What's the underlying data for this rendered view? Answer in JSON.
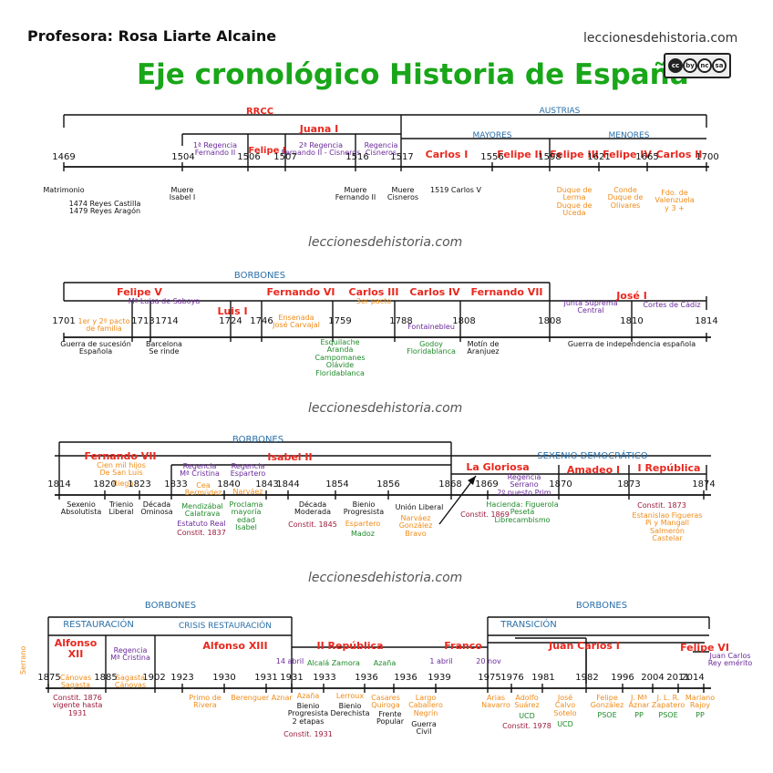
{
  "header": {
    "author": "Profesora: Rosa Liarte Alcaine",
    "site": "leccionesdehistoria.com",
    "title": "Eje cronológico Historia de España",
    "license_icons": [
      "cc",
      "by",
      "nc",
      "sa"
    ]
  },
  "watermarks": [
    "leccionesdehistoria.com",
    "leccionesdehistoria.com",
    "leccionesdehistoria.com"
  ],
  "colors": {
    "axis": "#111111",
    "red": "#e8281e",
    "blue": "#2a6fa8",
    "purple": "#6a2a9a",
    "orange": "#f08c1a",
    "green": "#1f8a2a",
    "black": "#111111",
    "title_green": "#19a619"
  },
  "rows": [
    {
      "labels": [
        {
          "text": "RRCC",
          "color": "red",
          "bold": true
        },
        {
          "text": "AUSTRIAS",
          "color": "blue"
        },
        {
          "text": "Juana I",
          "color": "red",
          "bold": true
        },
        {
          "text": "MAYORES",
          "color": "blue"
        },
        {
          "text": "MENORES",
          "color": "blue"
        },
        {
          "text": "1ª Regencia\nFernando II",
          "color": "purple"
        },
        {
          "text": "Felipe I",
          "color": "red",
          "bold": true
        },
        {
          "text": "2ª Regencia\nFernando II - Cisneros",
          "color": "purple"
        },
        {
          "text": "Regencia\nCisneros",
          "color": "purple"
        },
        {
          "text": "Carlos I",
          "color": "red",
          "bold": true
        },
        {
          "text": "Felipe II",
          "color": "red",
          "bold": true
        },
        {
          "text": "Felipe III",
          "color": "red",
          "bold": true
        },
        {
          "text": "Felipe IV",
          "color": "red",
          "bold": true
        },
        {
          "text": "Carlos II",
          "color": "red",
          "bold": true
        }
      ],
      "years": [
        "1469",
        "1504",
        "1506",
        "1507",
        "1516",
        "1517",
        "1556",
        "1598",
        "1621",
        "1665",
        "1700"
      ],
      "notes": [
        {
          "text": "Matrimonio",
          "color": "black"
        },
        {
          "text": "1474 Reyes Castilla\n1479 Reyes Aragón",
          "color": "black"
        },
        {
          "text": "Muere\nIsabel I",
          "color": "black"
        },
        {
          "text": "Muere\nFernando II",
          "color": "black"
        },
        {
          "text": "Muere\nCisneros",
          "color": "black"
        },
        {
          "text": "1519 Carlos V",
          "color": "black"
        },
        {
          "text": "Duque de\nLerma\nDuque de\nUceda",
          "color": "orange"
        },
        {
          "text": "Conde\nDuque de\nOlivares",
          "color": "orange"
        },
        {
          "text": "Fdo. de\nValenzuela\ny 3 +",
          "color": "orange"
        }
      ]
    },
    {
      "labels": [
        {
          "text": "BORBONES",
          "color": "blue"
        },
        {
          "text": "Felipe V",
          "color": "red",
          "bold": true
        },
        {
          "text": "Mª Luisa de Saboya",
          "color": "purple"
        },
        {
          "text": "Luis I",
          "color": "red",
          "bold": true
        },
        {
          "text": "Fernando VI",
          "color": "red",
          "bold": true
        },
        {
          "text": "Ensenada\nJosé Carvajal",
          "color": "orange"
        },
        {
          "text": "Carlos III",
          "color": "red",
          "bold": true
        },
        {
          "text": "3er pacto",
          "color": "orange"
        },
        {
          "text": "Carlos IV",
          "color": "red",
          "bold": true
        },
        {
          "text": "Fernando VII",
          "color": "red",
          "bold": true
        },
        {
          "text": "José I",
          "color": "red",
          "bold": true
        },
        {
          "text": "Junta Suprema\nCentral",
          "color": "purple"
        },
        {
          "text": "Cortes de Cádiz",
          "color": "purple"
        },
        {
          "text": "1er y 2º pacto\nde familia",
          "color": "orange"
        },
        {
          "text": "Fontainebleu",
          "color": "purple"
        }
      ],
      "years": [
        "1701",
        "1713",
        "1714",
        "1724",
        "1746",
        "1759",
        "1788",
        "1808",
        "1808",
        "1810",
        "1814"
      ],
      "notes": [
        {
          "text": "Guerra de sucesión\nEspañola",
          "color": "black"
        },
        {
          "text": "Barcelona\nSe rinde",
          "color": "black"
        },
        {
          "text": "Esquilache\nAranda\nCampomanes\nOlávide\nFloridablanca",
          "color": "green"
        },
        {
          "text": "Godoy\nFloridablanca",
          "color": "green"
        },
        {
          "text": "Motín de\nAranjuez",
          "color": "black"
        },
        {
          "text": "Guerra de independencia española",
          "color": "black"
        }
      ]
    },
    {
      "labels": [
        {
          "text": "BORBONES",
          "color": "blue"
        },
        {
          "text": "SEXENIO DEMOCRÁTICO",
          "color": "blue"
        },
        {
          "text": "Fernando VII",
          "color": "red",
          "bold": true
        },
        {
          "text": "Cien mil hijos\nDe San Luis",
          "color": "orange"
        },
        {
          "text": "Riego",
          "color": "orange"
        },
        {
          "text": "Regencia\nMª Cristina",
          "color": "purple"
        },
        {
          "text": "Cea\nBermúdez",
          "color": "orange"
        },
        {
          "text": "Regencia\nEspartero",
          "color": "purple"
        },
        {
          "text": "Narváez",
          "color": "orange"
        },
        {
          "text": "Isabel II",
          "color": "red",
          "bold": true
        },
        {
          "text": "La Gloriosa",
          "color": "red",
          "bold": true
        },
        {
          "text": "Regencia\nSerrano\n2º puesto Prim",
          "color": "purple"
        },
        {
          "text": "Amadeo I",
          "color": "red",
          "bold": true
        },
        {
          "text": "I República",
          "color": "red",
          "bold": true
        }
      ],
      "years": [
        "1814",
        "1820",
        "1823",
        "1833",
        "1840",
        "1843",
        "1844",
        "1854",
        "1856",
        "1868",
        "1869",
        "1870",
        "1873",
        "1874"
      ],
      "notes": [
        {
          "text": "Sexenio\nAbsolutista",
          "color": "black"
        },
        {
          "text": "Trienio\nLiberal",
          "color": "black"
        },
        {
          "text": "Década\nOminosa",
          "color": "black"
        },
        {
          "text": "Mendizábal\nCalatrava",
          "color": "green"
        },
        {
          "text": "Estatuto Real",
          "color": "purple"
        },
        {
          "text": "Constit. 1837",
          "color": "maroon"
        },
        {
          "text": "Proclama\nmayoría\nedad\nIsabel",
          "color": "green"
        },
        {
          "text": "Década\nModerada",
          "color": "black"
        },
        {
          "text": "Constit. 1845",
          "color": "maroon"
        },
        {
          "text": "Bienio\nProgresista",
          "color": "black"
        },
        {
          "text": "Espartero",
          "color": "orange"
        },
        {
          "text": "Madoz",
          "color": "green"
        },
        {
          "text": "Unión Liberal",
          "color": "black"
        },
        {
          "text": "Narváez\nGonzález\nBravo",
          "color": "orange"
        },
        {
          "text": "Hacienda: Figuerola\nPeseta\nLibrecambismo",
          "color": "green"
        },
        {
          "text": "Constit. 1869",
          "color": "maroon"
        },
        {
          "text": "Constit. 1873",
          "color": "maroon"
        },
        {
          "text": "Estanislao Figueras\nPi y Mangall\nSalmerón\nCastelar",
          "color": "orange"
        }
      ]
    },
    {
      "labels": [
        {
          "text": "BORBONES",
          "color": "blue"
        },
        {
          "text": "BORBONES",
          "color": "blue"
        },
        {
          "text": "RESTAURACIÓN",
          "color": "blue"
        },
        {
          "text": "CRISIS RESTAURACIÓN",
          "color": "blue"
        },
        {
          "text": "TRANSICIÓN",
          "color": "blue"
        },
        {
          "text": "Alfonso\nXII",
          "color": "red",
          "bold": true
        },
        {
          "text": "Regencia\nMª Cristina",
          "color": "purple"
        },
        {
          "text": "Alfonso XIII",
          "color": "red",
          "bold": true
        },
        {
          "text": "II República",
          "color": "red",
          "bold": true
        },
        {
          "text": "14 abril",
          "color": "purple"
        },
        {
          "text": "Alcalá Zamora",
          "color": "green"
        },
        {
          "text": "Azaña",
          "color": "green"
        },
        {
          "text": "1 abril",
          "color": "purple"
        },
        {
          "text": "Franco",
          "color": "red",
          "bold": true
        },
        {
          "text": "20 nov",
          "color": "purple"
        },
        {
          "text": "Juan Carlos I",
          "color": "red",
          "bold": true
        },
        {
          "text": "Felipe VI",
          "color": "red",
          "bold": true
        },
        {
          "text": "Juan Carlos\nRey emérito",
          "color": "purple"
        }
      ],
      "years": [
        "1875",
        "1885",
        "1902",
        "1923",
        "1930",
        "1931",
        "1931",
        "1933",
        "1936",
        "1936",
        "1939",
        "1975",
        "1976",
        "1981",
        "1982",
        "1996",
        "2004",
        "2011",
        "2014"
      ],
      "notes": [
        {
          "text": "Serrano",
          "color": "orange"
        },
        {
          "text": "Cánovas\nSagasta",
          "color": "orange"
        },
        {
          "text": "Constit. 1876\nvigente hasta\n1931",
          "color": "maroon"
        },
        {
          "text": "Sagasta\nCánovas",
          "color": "orange"
        },
        {
          "text": "Primo de\nRivera",
          "color": "orange"
        },
        {
          "text": "Berenguer  Aznar",
          "color": "orange"
        },
        {
          "text": "Azaña",
          "color": "orange"
        },
        {
          "text": "Bienio\nProgresista\n2 etapas",
          "color": "black"
        },
        {
          "text": "Constit. 1931",
          "color": "maroon"
        },
        {
          "text": "Lerroux",
          "color": "orange"
        },
        {
          "text": "Bienio\nDerechista",
          "color": "black"
        },
        {
          "text": "Casares\nQuiroga",
          "color": "orange"
        },
        {
          "text": "Frente\nPopular",
          "color": "black"
        },
        {
          "text": "Largo\nCaballero\nNegrín",
          "color": "orange"
        },
        {
          "text": "Guerra\nCivil",
          "color": "black"
        },
        {
          "text": "Arias\nNavarro",
          "color": "orange"
        },
        {
          "text": "Adolfo\nSuárez",
          "color": "orange"
        },
        {
          "text": "UCD",
          "color": "green"
        },
        {
          "text": "Constit. 1978",
          "color": "maroon"
        },
        {
          "text": "José\nCalvo\nSotelo",
          "color": "orange"
        },
        {
          "text": "UCD",
          "color": "green"
        },
        {
          "text": "Felipe\nGonzález",
          "color": "orange"
        },
        {
          "text": "PSOE",
          "color": "green"
        },
        {
          "text": "J. Mª\nAznar",
          "color": "orange"
        },
        {
          "text": "PP",
          "color": "green"
        },
        {
          "text": "J. L. R.\nZapatero",
          "color": "orange"
        },
        {
          "text": "PSOE",
          "color": "green"
        },
        {
          "text": "Mariano\nRajoy",
          "color": "orange"
        },
        {
          "text": "PP",
          "color": "green"
        }
      ]
    }
  ]
}
